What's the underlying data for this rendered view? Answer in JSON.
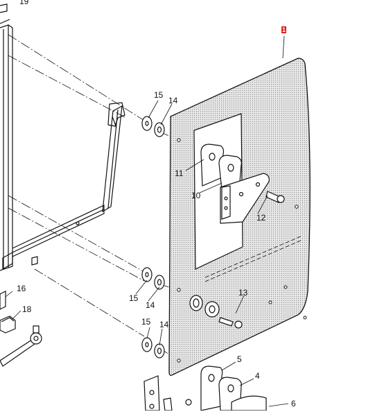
{
  "diagram": {
    "highlight_color": "#e0201c",
    "panel_fill": "#d9d9d9",
    "callouts": {
      "c1": "1",
      "c4": "4",
      "c5": "5",
      "c6": "6",
      "c10": "10",
      "c11": "11",
      "c12": "12",
      "c13": "13",
      "c14a": "14",
      "c14b": "14",
      "c14c": "14",
      "c15a": "15",
      "c15b": "15",
      "c15c": "15",
      "c16": "16",
      "c18": "18",
      "c19": "19"
    }
  }
}
